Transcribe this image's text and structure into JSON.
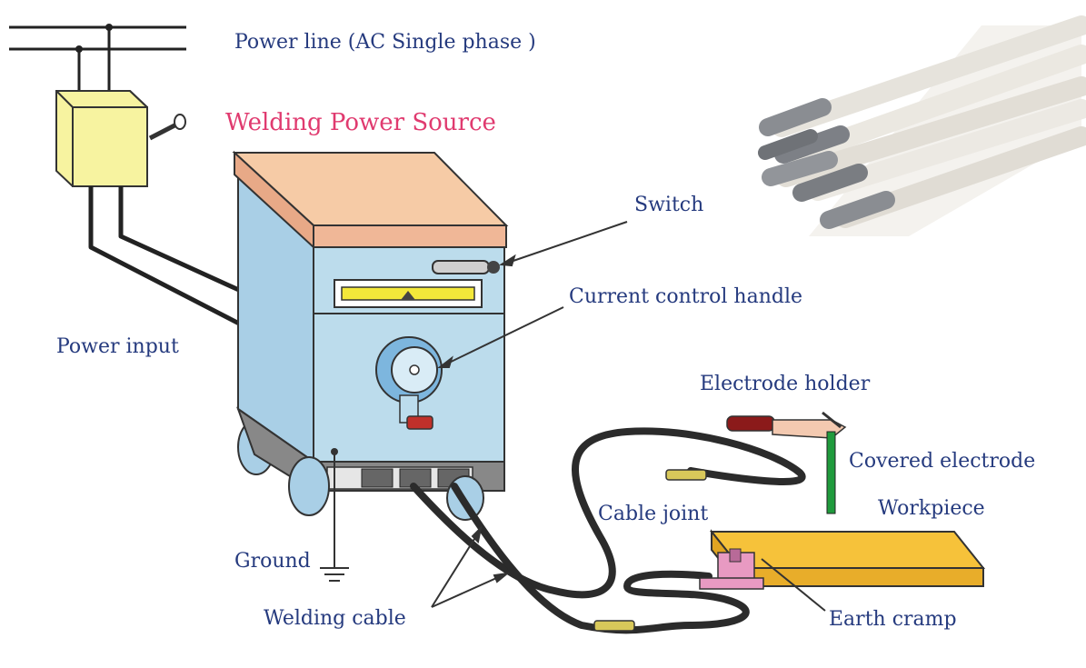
{
  "labels": {
    "power_line": "Power line (AC Single phase )",
    "welding_power_source": "Welding Power Source",
    "switch": "Switch",
    "current_control_handle": "Current control handle",
    "power_input": "Power input",
    "electrode_holder": "Electrode holder",
    "covered_electrode": "Covered electrode",
    "cable_joint": "Cable joint",
    "workpiece": "Workpiece",
    "ground": "Ground",
    "welding_cable": "Welding cable",
    "earth_cramp": "Earth cramp"
  },
  "colors": {
    "label_text": "#253a7e",
    "title_text": "#e03a6f",
    "machine_body": "#bcdcec",
    "machine_top": "#f6cba6",
    "breaker_box": "#f7f3a0",
    "workpiece": "#f6c23a",
    "cable": "#2b2b2b",
    "joint": "#d8c85a",
    "electrode": "#1f9a3c",
    "holder": "#8b1a1a"
  }
}
